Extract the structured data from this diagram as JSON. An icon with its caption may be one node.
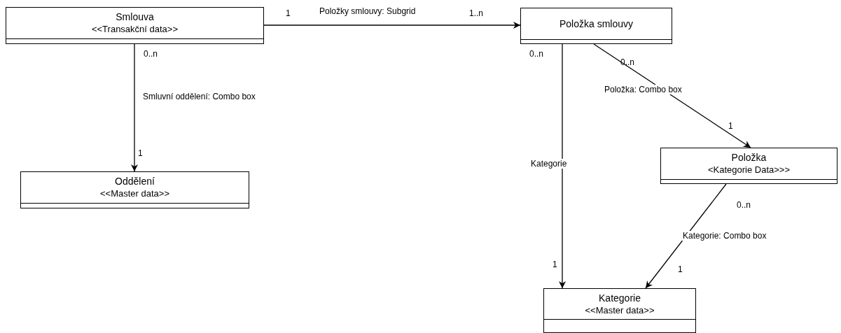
{
  "diagram": {
    "nodes": [
      {
        "text": [
          "Smlouva",
          "<<Transakční data>>"
        ]
      },
      {
        "text": [
          "Položka smlouvy"
        ]
      },
      {
        "text": [
          "Oddělení",
          "<<Master data>>"
        ]
      },
      {
        "text": [
          "Položka",
          "<Kategorie Data>>>"
        ]
      },
      {
        "text": [
          "Kategorie",
          "<<Master data>>"
        ]
      }
    ],
    "edges": [
      {
        "from": 0,
        "to": 1,
        "arrow": "to",
        "label": "Položky smlouvy: Subgrid"
      },
      {
        "from": 0,
        "to": 2,
        "arrow": "to",
        "label": "Smluvní oddělení: Combo box"
      },
      {
        "from": 1,
        "to": 3,
        "arrow": "to",
        "label": "Položka: Combo box"
      },
      {
        "from": 1,
        "to": 4,
        "arrow": "to",
        "label": "Kategorie"
      },
      {
        "from": 3,
        "to": 4,
        "arrow": "to",
        "label": "Kategorie: Combo box"
      }
    ],
    "labels": [
      "1",
      "1..n",
      "0..n",
      "0..n",
      "0..n",
      "1",
      "1",
      "0..n",
      "1",
      "1"
    ]
  }
}
